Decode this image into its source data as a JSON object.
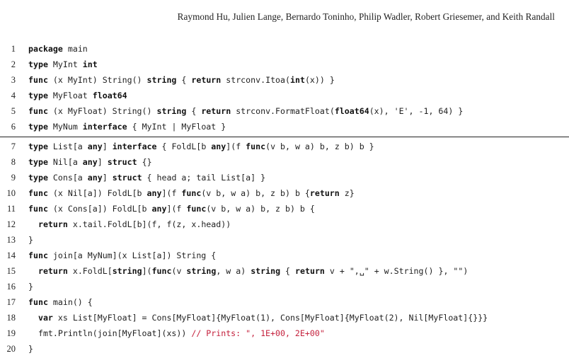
{
  "header": {
    "authors": "Raymond Hu, Julien Lange, Bernardo Toninho, Philip Wadler, Robert Griesemer, and Keith Randall"
  },
  "listing": {
    "block1": [
      {
        "n": "1",
        "tokens": [
          [
            "k",
            "package"
          ],
          [
            "t",
            " main"
          ]
        ]
      },
      {
        "n": "2",
        "tokens": [
          [
            "k",
            "type"
          ],
          [
            "t",
            " MyInt "
          ],
          [
            "k",
            "int"
          ]
        ]
      },
      {
        "n": "3",
        "tokens": [
          [
            "k",
            "func"
          ],
          [
            "t",
            " (x MyInt) String() "
          ],
          [
            "k",
            "string"
          ],
          [
            "t",
            " { "
          ],
          [
            "k",
            "return"
          ],
          [
            "t",
            " strconv.Itoa("
          ],
          [
            "k",
            "int"
          ],
          [
            "t",
            "(x)) }"
          ]
        ]
      },
      {
        "n": "4",
        "tokens": [
          [
            "k",
            "type"
          ],
          [
            "t",
            " MyFloat "
          ],
          [
            "k",
            "float64"
          ]
        ]
      },
      {
        "n": "5",
        "tokens": [
          [
            "k",
            "func"
          ],
          [
            "t",
            " (x MyFloat) String() "
          ],
          [
            "k",
            "string"
          ],
          [
            "t",
            " { "
          ],
          [
            "k",
            "return"
          ],
          [
            "t",
            " strconv.FormatFloat("
          ],
          [
            "k",
            "float64"
          ],
          [
            "t",
            "(x), 'E', -1, 64) }"
          ]
        ]
      },
      {
        "n": "6",
        "tokens": [
          [
            "k",
            "type"
          ],
          [
            "t",
            " MyNum "
          ],
          [
            "k",
            "interface"
          ],
          [
            "t",
            " { MyInt | MyFloat }"
          ]
        ]
      }
    ],
    "block2": [
      {
        "n": "7",
        "tokens": [
          [
            "k",
            "type"
          ],
          [
            "t",
            " List[a "
          ],
          [
            "k",
            "any"
          ],
          [
            "t",
            "] "
          ],
          [
            "k",
            "interface"
          ],
          [
            "t",
            " { FoldL[b "
          ],
          [
            "k",
            "any"
          ],
          [
            "t",
            "](f "
          ],
          [
            "k",
            "func"
          ],
          [
            "t",
            "(v b, w a) b, z b) b }"
          ]
        ]
      },
      {
        "n": "8",
        "tokens": [
          [
            "k",
            "type"
          ],
          [
            "t",
            " Nil[a "
          ],
          [
            "k",
            "any"
          ],
          [
            "t",
            "] "
          ],
          [
            "k",
            "struct"
          ],
          [
            "t",
            " {}"
          ]
        ]
      },
      {
        "n": "9",
        "tokens": [
          [
            "k",
            "type"
          ],
          [
            "t",
            " Cons[a "
          ],
          [
            "k",
            "any"
          ],
          [
            "t",
            "] "
          ],
          [
            "k",
            "struct"
          ],
          [
            "t",
            " { head a; tail List[a] }"
          ]
        ]
      },
      {
        "n": "10",
        "tokens": [
          [
            "k",
            "func"
          ],
          [
            "t",
            " (x Nil[a]) FoldL[b "
          ],
          [
            "k",
            "any"
          ],
          [
            "t",
            "](f "
          ],
          [
            "k",
            "func"
          ],
          [
            "t",
            "(v b, w a) b, z b) b {"
          ],
          [
            "k",
            "return"
          ],
          [
            "t",
            " z}"
          ]
        ]
      },
      {
        "n": "11",
        "tokens": [
          [
            "k",
            "func"
          ],
          [
            "t",
            " (x Cons[a]) FoldL[b "
          ],
          [
            "k",
            "any"
          ],
          [
            "t",
            "](f "
          ],
          [
            "k",
            "func"
          ],
          [
            "t",
            "(v b, w a) b, z b) b {"
          ]
        ]
      },
      {
        "n": "12",
        "tokens": [
          [
            "t",
            "  "
          ],
          [
            "k",
            "return"
          ],
          [
            "t",
            " x.tail.FoldL[b](f, f(z, x.head))"
          ]
        ]
      },
      {
        "n": "13",
        "tokens": [
          [
            "t",
            "}"
          ]
        ]
      },
      {
        "n": "14",
        "tokens": [
          [
            "k",
            "func"
          ],
          [
            "t",
            " join[a MyNum](x List[a]) String {"
          ]
        ]
      },
      {
        "n": "15",
        "tokens": [
          [
            "t",
            "  "
          ],
          [
            "k",
            "return"
          ],
          [
            "t",
            " x.FoldL["
          ],
          [
            "k",
            "string"
          ],
          [
            "t",
            "]("
          ],
          [
            "k",
            "func"
          ],
          [
            "t",
            "(v "
          ],
          [
            "k",
            "string"
          ],
          [
            "t",
            ", w a) "
          ],
          [
            "k",
            "string"
          ],
          [
            "t",
            " { "
          ],
          [
            "k",
            "return"
          ],
          [
            "t",
            " v + \",␣\" + w.String() }, \"\")"
          ]
        ]
      },
      {
        "n": "16",
        "tokens": [
          [
            "t",
            "}"
          ]
        ]
      },
      {
        "n": "17",
        "tokens": [
          [
            "k",
            "func"
          ],
          [
            "t",
            " main() {"
          ]
        ]
      },
      {
        "n": "18",
        "tokens": [
          [
            "t",
            "  "
          ],
          [
            "k",
            "var"
          ],
          [
            "t",
            " xs List[MyFloat] = Cons[MyFloat]{MyFloat(1), Cons[MyFloat]{MyFloat(2), Nil[MyFloat]{}}}"
          ]
        ]
      },
      {
        "n": "19",
        "tokens": [
          [
            "t",
            "  fmt.Println(join[MyFloat](xs)) "
          ],
          [
            "c",
            "// Prints: \", 1E+00, 2E+00\""
          ]
        ]
      },
      {
        "n": "20",
        "tokens": [
          [
            "t",
            "}"
          ]
        ]
      }
    ]
  },
  "colors": {
    "comment": "#c4203c",
    "text": "#222222"
  }
}
